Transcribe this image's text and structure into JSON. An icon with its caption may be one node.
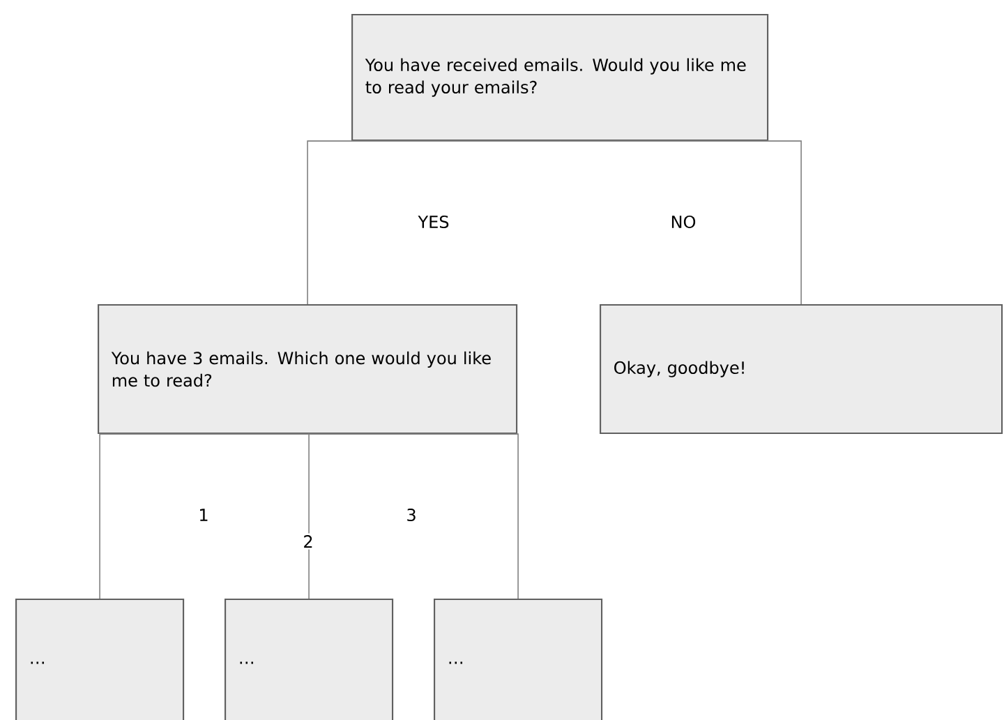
{
  "diagram": {
    "nodes": [
      {
        "text": [
          "You have received emails. Would you like me to read your emails?"
        ]
      },
      {
        "text": [
          "You have 3 emails. Which one would you like me to read?"
        ]
      },
      {
        "text": [
          "Okay, goodbye!"
        ]
      },
      {
        "text": [
          "…"
        ]
      },
      {
        "text": [
          "…"
        ]
      },
      {
        "text": [
          "…"
        ]
      }
    ],
    "edges": [
      {
        "from": 0,
        "to": 1,
        "arrow": "none",
        "label": "YES"
      },
      {
        "from": 0,
        "to": 2,
        "arrow": "none",
        "label": "NO"
      },
      {
        "from": 1,
        "to": 3,
        "arrow": "none",
        "label": "1"
      },
      {
        "from": 1,
        "to": 4,
        "arrow": "none",
        "label": "2"
      },
      {
        "from": 1,
        "to": 5,
        "arrow": "none",
        "label": "3"
      }
    ]
  }
}
